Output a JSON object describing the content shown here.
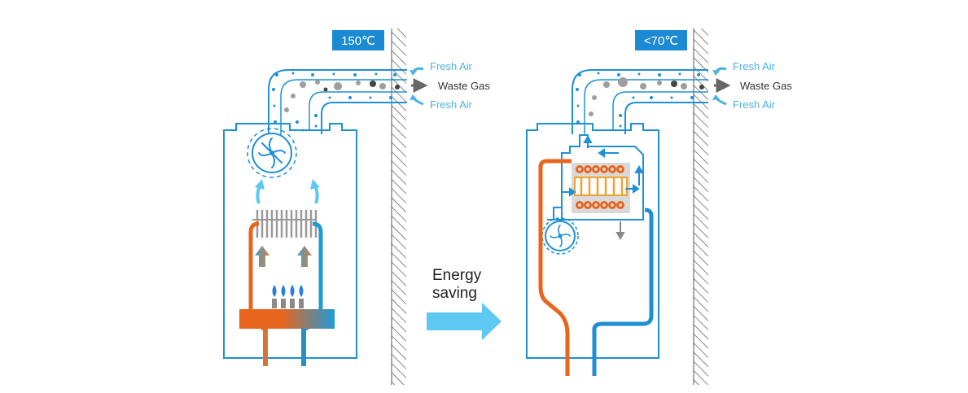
{
  "left_panel": {
    "temperature_badge": "150℃",
    "fresh_air_top": "Fresh Air",
    "waste_gas": "Waste Gas",
    "fresh_air_bottom": "Fresh Air"
  },
  "right_panel": {
    "temperature_badge": "<70℃",
    "fresh_air_top": "Fresh Air",
    "waste_gas": "Waste Gas",
    "fresh_air_bottom": "Fresh Air"
  },
  "middle": {
    "caption_line1": "Energy",
    "caption_line2": "saving"
  },
  "colors": {
    "outline_blue": "#1e90d6",
    "badge_blue": "#1b8ad3",
    "label_blue": "#4db1e3",
    "hot_orange": "#e8651e",
    "cold_blue": "#1f8fd3",
    "arrow_light_blue": "#5ec8f2",
    "flame_blue": "#2a7de1",
    "wall_hatch": "#555555",
    "gray_text": "#333333"
  }
}
